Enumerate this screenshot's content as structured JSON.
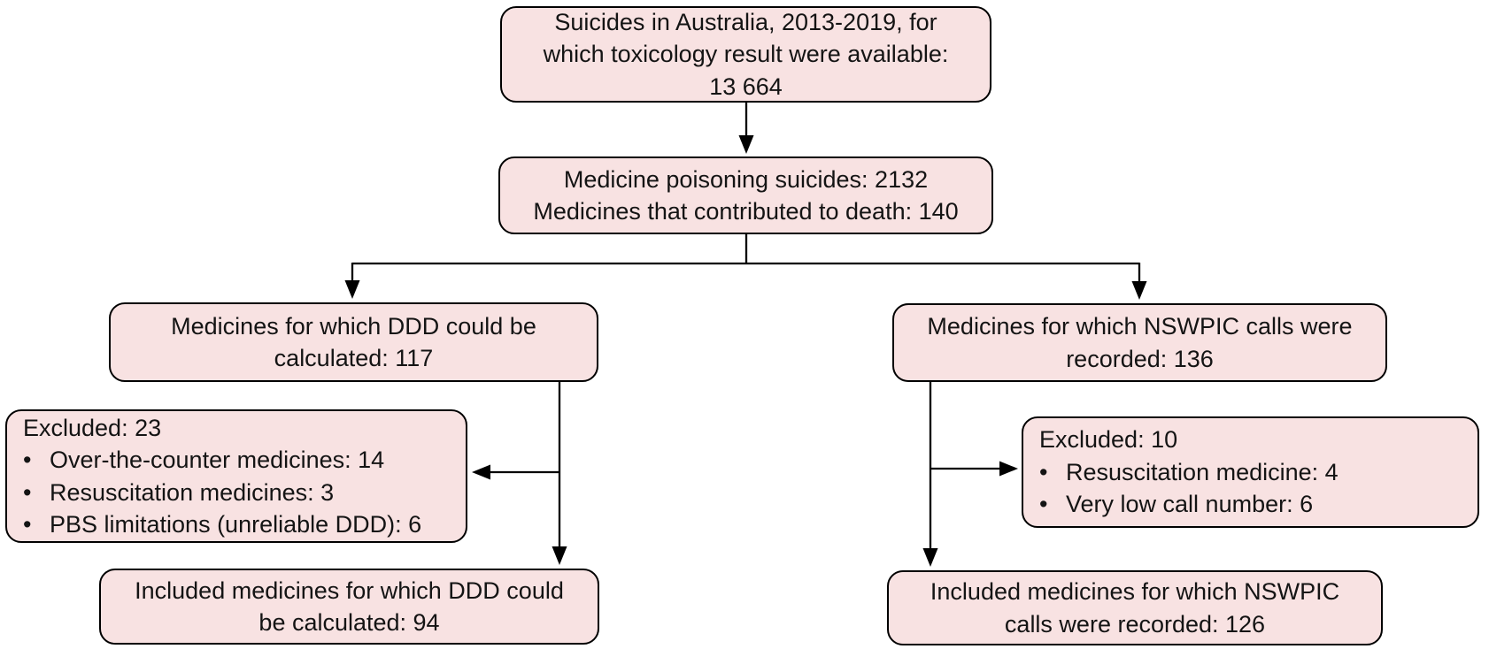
{
  "diagram": {
    "description": "Flow diagram of suicides in Australia 2013-2019 with toxicology results, medicine poisoning suicides, and medicines included/excluded for DDD calculation and NSWPIC call records",
    "colors": {
      "box_fill": "#f8e2e2",
      "box_border": "#000000",
      "connector_line": "#000000",
      "background": "#ffffff",
      "text": "#141414"
    },
    "bullet_glyph": "•",
    "nodes": {
      "total": {
        "lines": [
          "Suicides in Australia, 2013-2019, for",
          "which toxicology result were available:",
          "13 664"
        ]
      },
      "medicine_poisoning": {
        "lines": [
          "Medicine poisoning suicides: 2132",
          "Medicines that contributed to death: 140"
        ]
      },
      "ddd_calculated": {
        "lines": [
          "Medicines for which DDD could be",
          "calculated: 117"
        ]
      },
      "nswpic_recorded": {
        "lines": [
          "Medicines for which NSWPIC calls were",
          "recorded: 136"
        ]
      },
      "excluded_ddd": {
        "heading": "Excluded: 23",
        "items": [
          "Over-the-counter medicines: 14",
          "Resuscitation medicines: 3",
          "PBS limitations (unreliable DDD): 6"
        ]
      },
      "excluded_nswpic": {
        "heading": "Excluded: 10",
        "items": [
          "Resuscitation medicine: 4",
          "Very low call number: 6"
        ]
      },
      "included_ddd": {
        "lines": [
          "Included medicines for which DDD could",
          "be calculated: 94"
        ]
      },
      "included_nswpic": {
        "lines": [
          "Included medicines for which NSWPIC",
          "calls were recorded: 126"
        ]
      }
    }
  }
}
